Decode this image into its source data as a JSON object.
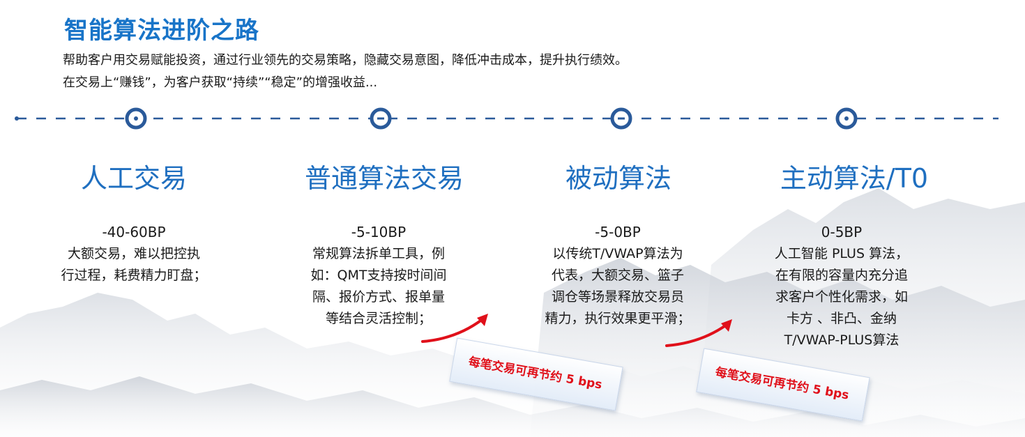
{
  "header": {
    "title": "智能算法进阶之路",
    "subtitle_line1": "帮助客户用交易赋能投资，通过行业领先的交易策略，隐藏交易意图，降低冲击成本，提升执行绩效。",
    "subtitle_line2": "在交易上“赚钱”，为客户获取“持续”“稳定”的增强收益..."
  },
  "stages": [
    {
      "title": "人工交易",
      "bp": "-40-60BP",
      "lines": [
        "大额交易，难以把控执",
        "行过程，耗费精力盯盘；"
      ]
    },
    {
      "title": "普通算法交易",
      "bp": "-5-10BP",
      "lines": [
        "常规算法拆单工具，例",
        "如：QMT支持按时间间",
        "隔、报价方式、报单量",
        "等结合灵活控制；"
      ]
    },
    {
      "title": "被动算法",
      "bp": "-5-0BP",
      "lines": [
        "以传统T/VWAP算法为",
        "代表，大额交易、篮子",
        "调仓等场景释放交易员",
        "精力，执行效果更平滑；"
      ]
    },
    {
      "title": "主动算法/T0",
      "bp": "0-5BP",
      "lines": [
        "人工智能 PLUS 算法，",
        "在有限的容量内充分追",
        "求客户个性化需求，如",
        "卡方 、非凸、金纳",
        "T/VWAP-PLUS算法"
      ]
    }
  ],
  "callouts": [
    {
      "text": "每笔交易可再节约 5 bps"
    },
    {
      "text": "每笔交易可再节约 5 bps"
    }
  ],
  "colors": {
    "accent": "#1874c8",
    "stage_title": "#1f6fc0",
    "timeline": "#2a5a9a",
    "callout_text": "#e0101a"
  },
  "icons": [
    "timeline-node-icon",
    "red-arrow-icon"
  ]
}
